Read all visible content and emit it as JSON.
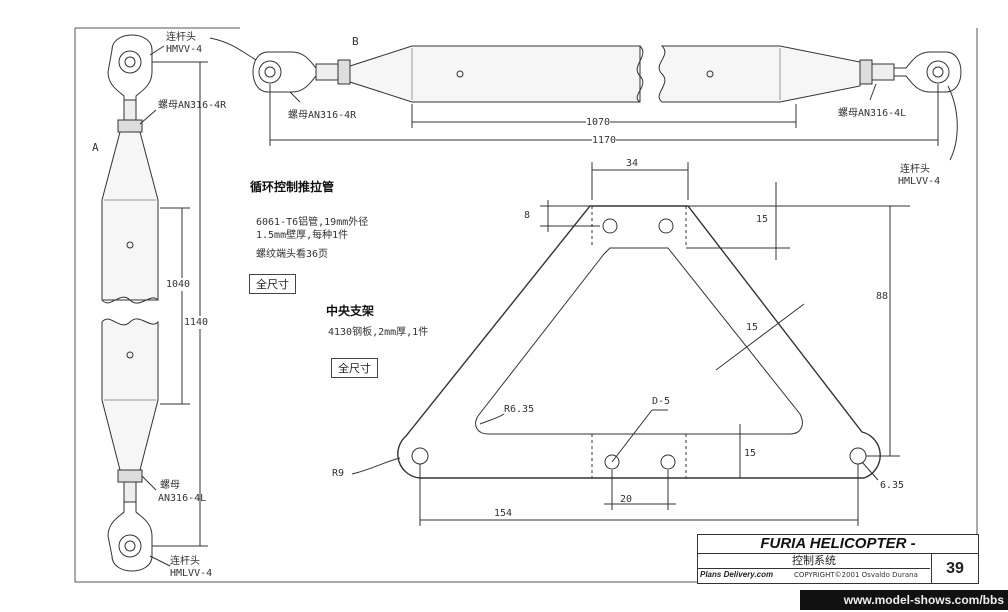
{
  "drawing": {
    "label_a": "A",
    "label_b": "B",
    "rod_end_label": "连杆头",
    "rod_end_top_left": "HMVV-4",
    "rod_end_right": "HMLVV-4",
    "rod_end_bottom": "HMLVV-4",
    "nut_r_left": "螺母AN316-4R",
    "nut_r_top": "螺母AN316-4R",
    "nut_l_right": "螺母AN316-4L",
    "nut_label": "螺母",
    "nut_l_bottom": "AN316-4L",
    "dim_1040": "1040",
    "dim_1140": "1140",
    "dim_1070": "1070",
    "dim_1170": "1170"
  },
  "pushrod_section": {
    "heading": "循环控制推拉管",
    "spec_line1": "6061-T6铝管,19mm外径",
    "spec_line2": "1.5mm壁厚,每种1件",
    "spec_line3": "螺纹端头看36页",
    "full_size": "全尺寸"
  },
  "bracket_section": {
    "heading": "中央支架",
    "spec": "4130钢板,2mm厚,1件",
    "full_size": "全尺寸"
  },
  "bracket_dims": {
    "d34": "34",
    "d8": "8",
    "d15_top": "15",
    "d88": "88",
    "d15_diag": "15",
    "r635": "R6.35",
    "d5": "D-5",
    "d15_low": "15",
    "r9": "R9",
    "d20": "20",
    "d154": "154",
    "d635": "6.35"
  },
  "title_block": {
    "title": "FURIA HELICOPTER -",
    "subtitle": "控制系统",
    "source": "Plans Delivery.com",
    "copyright": "COPYRIGHT©2001 Osvaldo Durana",
    "page": "39"
  },
  "watermark": "www.model-shows.com/bbs"
}
